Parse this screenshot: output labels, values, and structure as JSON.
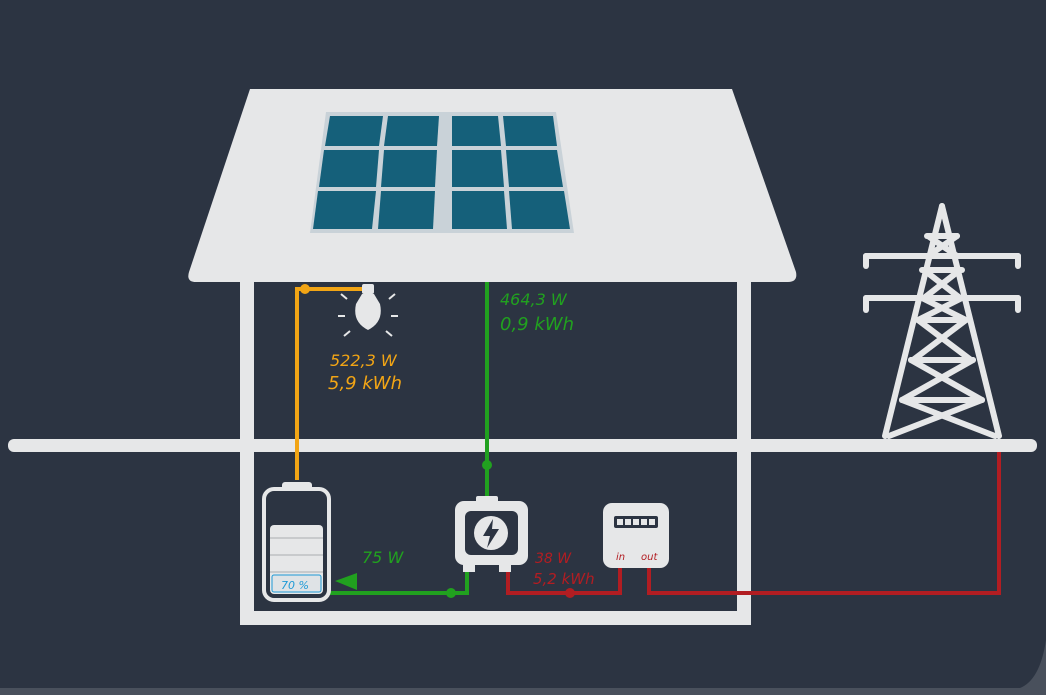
{
  "colors": {
    "background": "#2c3442",
    "structure": "#e6e7e8",
    "solar": "#21a11f",
    "consumption": "#f2a515",
    "grid": "#b21d22",
    "battery_text": "#1e9ad6",
    "panel": "#15607a"
  },
  "icons": [
    "light-bulb-icon",
    "inverter-icon",
    "meter-icon",
    "power-tower-icon",
    "battery-icon",
    "solar-panel-icon"
  ],
  "solar": {
    "power": "464,3 W",
    "energy": "0,9 kWh"
  },
  "consumption": {
    "power": "522,3 W",
    "energy": "5,9 kWh"
  },
  "battery": {
    "power": "75 W",
    "charge": "70 %",
    "level": 0.7
  },
  "grid": {
    "power": "38 W",
    "energy": "5,2 kWh"
  },
  "meter": {
    "in_label": "in",
    "out_label": "out"
  }
}
